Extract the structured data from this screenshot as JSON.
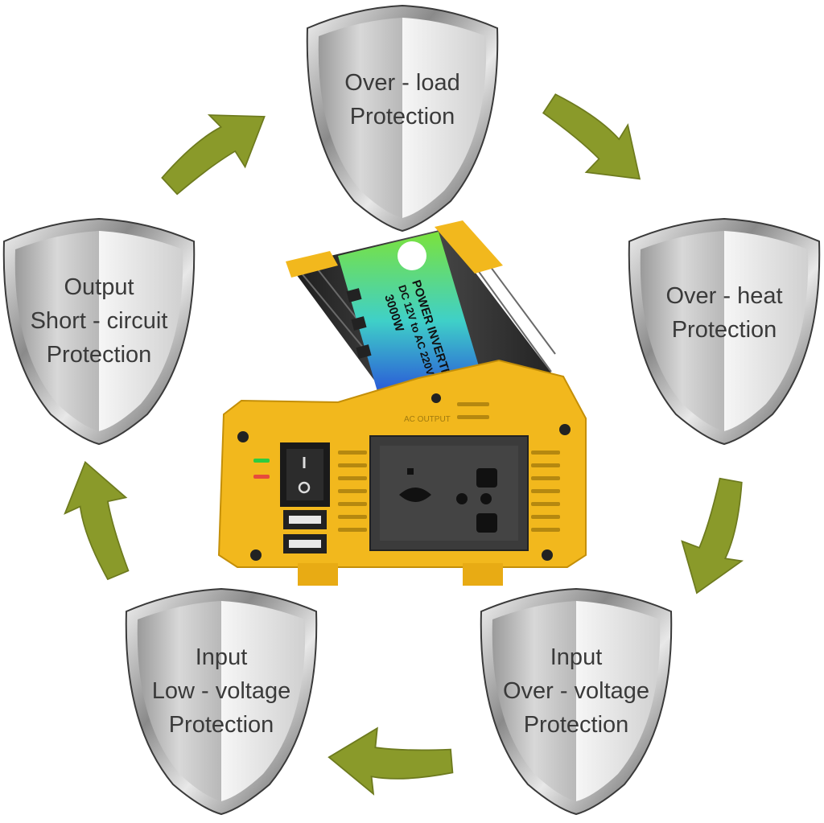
{
  "shields": [
    {
      "id": "overload",
      "lines": [
        "Over - load",
        "Protection"
      ]
    },
    {
      "id": "overheat",
      "lines": [
        "Over - heat",
        "Protection"
      ]
    },
    {
      "id": "overvoltage",
      "lines": [
        "Input",
        "Over - voltage",
        "Protection"
      ]
    },
    {
      "id": "lowvoltage",
      "lines": [
        "Input",
        "Low - voltage",
        "Protection"
      ]
    },
    {
      "id": "shortcircuit",
      "lines": [
        "Output",
        "Short - circuit",
        "Protection"
      ]
    }
  ],
  "inverter": {
    "label_line1": "POWER INVERTER",
    "label_line2": "DC 12V to AC 220V",
    "label_line3": "3000W",
    "output_label": "AC OUTPUT"
  },
  "colors": {
    "arrow": "#8a9a2a",
    "inverter_body": "#f2b81d",
    "heatsink": "#2e2e2e",
    "socket": "#3b3b3b"
  }
}
